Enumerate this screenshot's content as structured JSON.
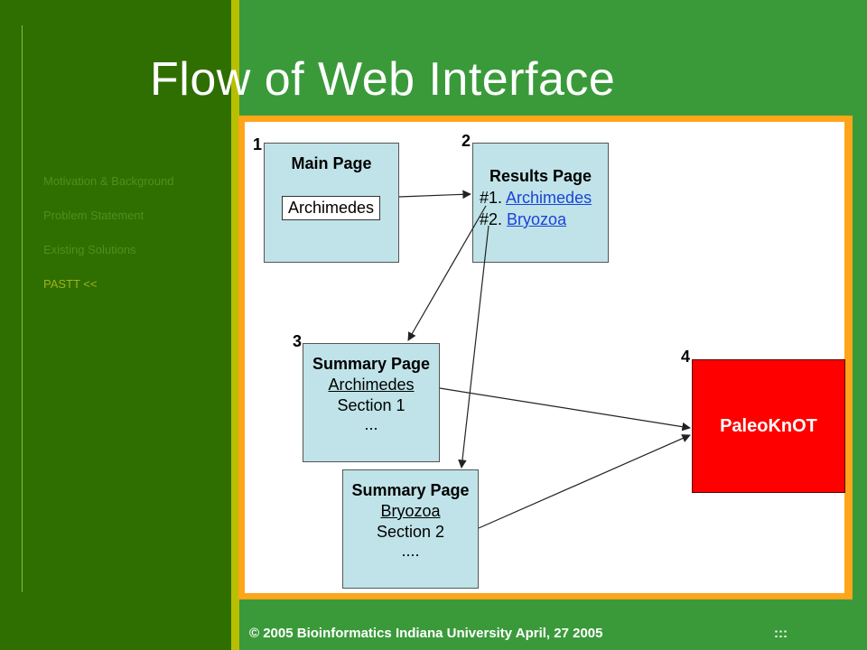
{
  "slide": {
    "title": "Flow of Web Interface",
    "footer": "© 2005 Bioinformatics Indiana University  April, 27 2005",
    "footer_marker": ":::"
  },
  "nav": [
    {
      "label": "Motivation & Background"
    },
    {
      "label": "Problem Statement"
    },
    {
      "label": "Existing Solutions"
    },
    {
      "label": "PASTT <<"
    }
  ],
  "colors": {
    "background": "#3a9a3a",
    "sidebar": "#2f6e00",
    "panel_border": "#ffa51a",
    "box_fill": "#bfe3e8",
    "paleo_fill": "#ff0000",
    "link": "#1a44d8"
  },
  "diagram": {
    "step1": {
      "number": "1",
      "title": "Main Page",
      "input_value": "Archimedes"
    },
    "step2": {
      "number": "2",
      "title": "Results Page",
      "items": [
        {
          "prefix": "#1.",
          "link": "Archimedes"
        },
        {
          "prefix": "#2.",
          "link": "Bryozoa"
        }
      ]
    },
    "step3": {
      "number": "3",
      "summary1": {
        "title": "Summary Page",
        "name": "Archimedes",
        "section": "Section 1",
        "more": "..."
      },
      "summary2": {
        "title": "Summary Page",
        "name": "Bryozoa",
        "section": "Section 2",
        "more": "...."
      }
    },
    "step4": {
      "number": "4",
      "label": "PaleoKnOT"
    }
  }
}
